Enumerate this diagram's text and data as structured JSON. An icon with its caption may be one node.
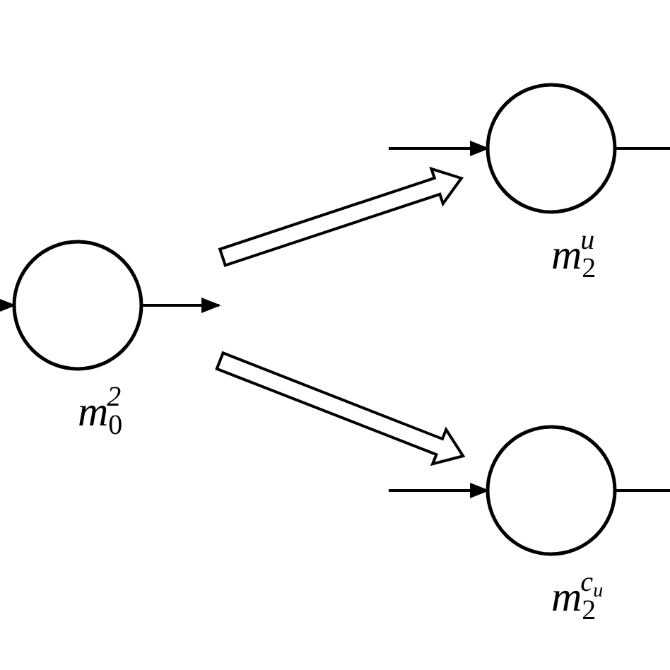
{
  "diagram": {
    "nodes": [
      {
        "text": [
          "*m*$_{0}$$^{2}$"
        ]
      },
      {
        "text": [
          "*m*$_{2}$$^{u}$"
        ]
      },
      {
        "text": [
          "*m*$_{2}$$^{c}$$_{u}$"
        ]
      }
    ],
    "edges": [
      {
        "from": null,
        "to": 0,
        "arrow": "to"
      },
      {
        "from": 0,
        "to": null,
        "arrow": "to"
      },
      {
        "from": 0,
        "to": 1,
        "arrow": "to",
        "style": "thick"
      },
      {
        "from": 0,
        "to": 2,
        "arrow": "to",
        "style": "thick"
      },
      {
        "from": null,
        "to": 1,
        "arrow": "to"
      },
      {
        "from": 1,
        "to": null,
        "arrow": "none"
      },
      {
        "from": null,
        "to": 2,
        "arrow": "to"
      },
      {
        "from": 2,
        "to": null,
        "arrow": "none"
      }
    ]
  }
}
